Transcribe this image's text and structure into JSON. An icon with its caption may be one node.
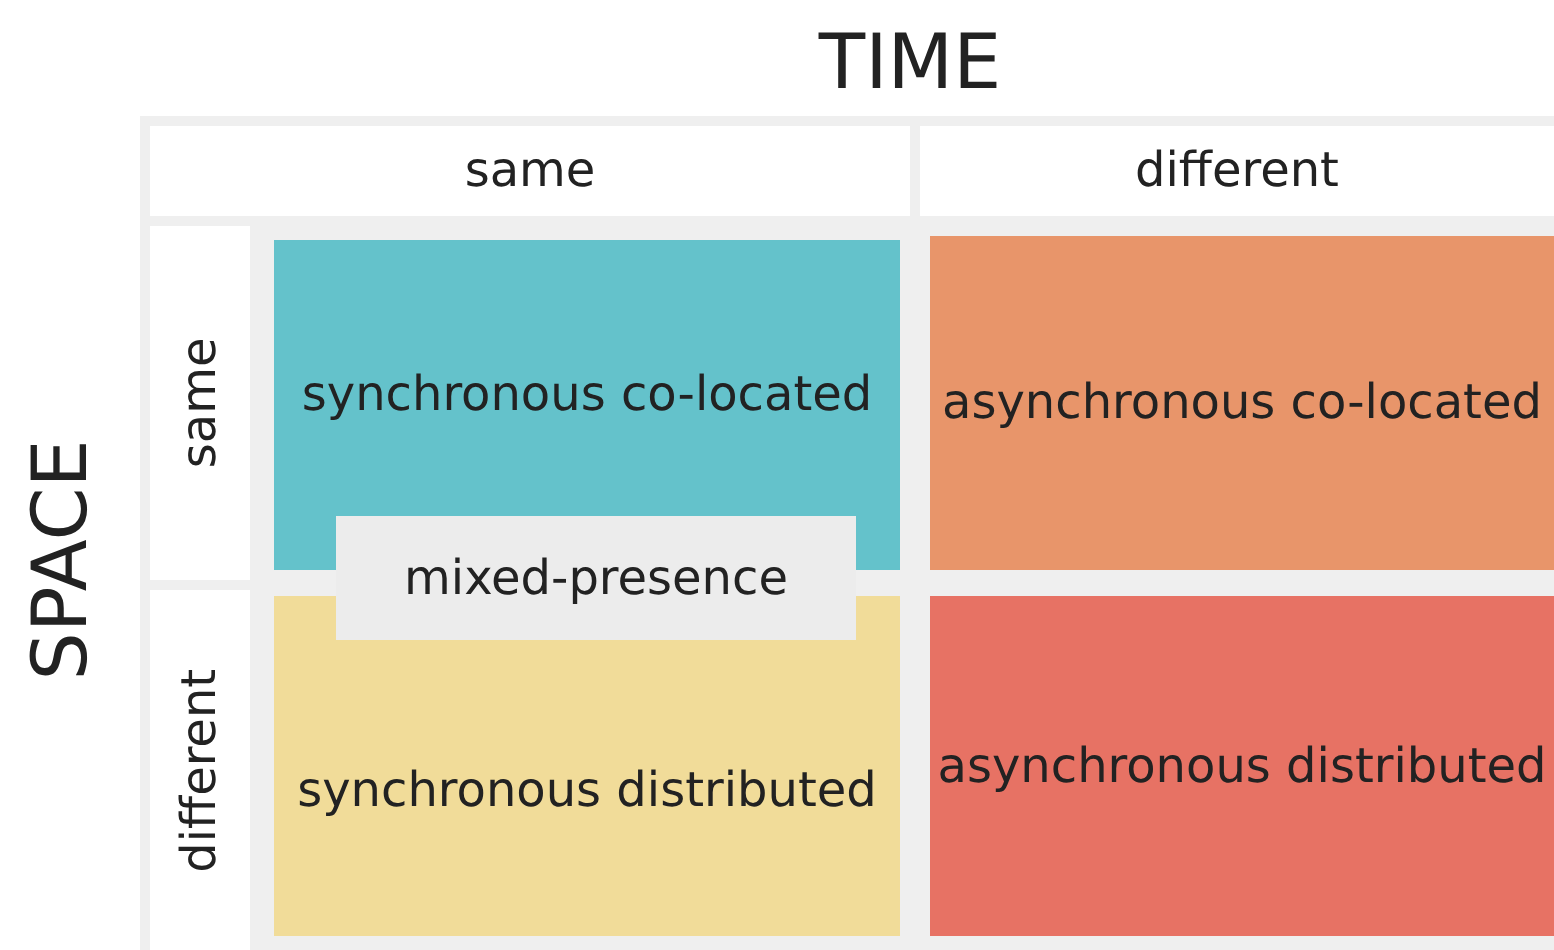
{
  "diagram": {
    "nodes": [
      {
        "text": [
          "synchronous co-located"
        ]
      },
      {
        "text": [
          "asynchronous co-located"
        ]
      },
      {
        "text": [
          "mixed-presence"
        ]
      },
      {
        "text": [
          "synchronous distributed"
        ]
      },
      {
        "text": [
          "asynchronous distributed"
        ]
      }
    ],
    "labels": [
      "TIME",
      "same",
      "different",
      "SPACE",
      "same",
      "different"
    ]
  }
}
